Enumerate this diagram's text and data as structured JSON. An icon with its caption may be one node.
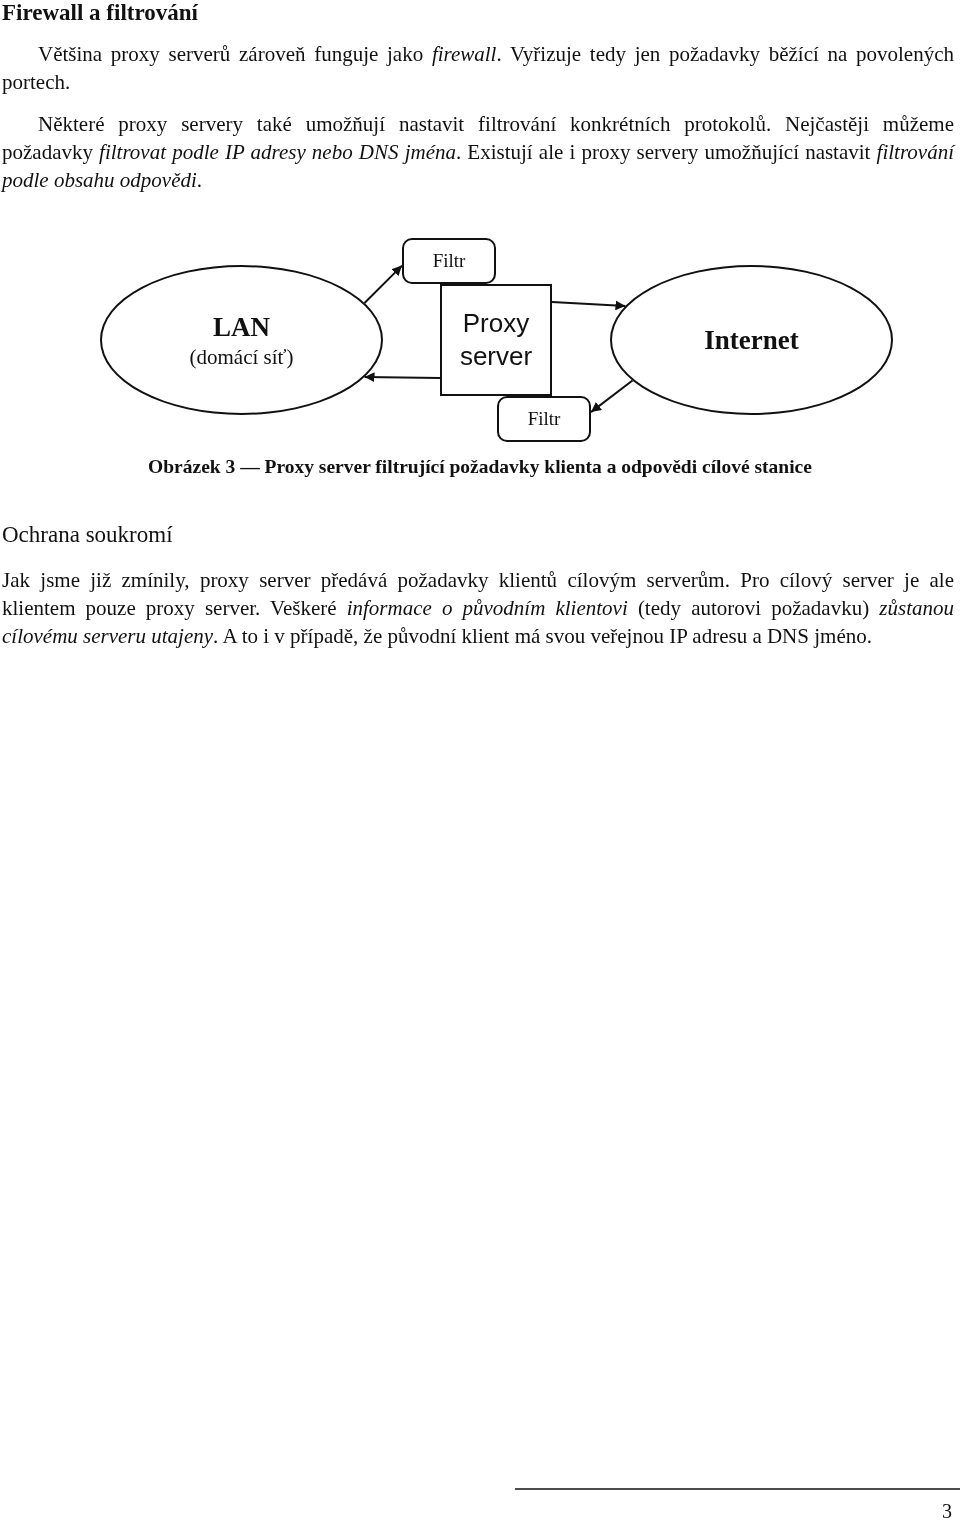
{
  "diagram": {
    "title": "Firewall a filtrování",
    "caption": "Obrázek 3 — Proxy server filtrující požadavky klienta a odpovědi cílové stanice",
    "nodes": [
      {
        "text": [
          "LAN",
          "(domácí síť)"
        ]
      },
      {
        "text": [
          "Filtr"
        ]
      },
      {
        "text": [
          "Proxy server"
        ]
      },
      {
        "text": [
          "Internet"
        ]
      },
      {
        "text": [
          "Filtr"
        ]
      }
    ],
    "edges": [
      {
        "from": 0,
        "to": 1,
        "arrow": "to"
      },
      {
        "from": 2,
        "to": 3,
        "arrow": "to"
      },
      {
        "from": 3,
        "to": 4,
        "arrow": "to"
      },
      {
        "from": 2,
        "to": 0,
        "arrow": "to"
      }
    ],
    "labels": [
      "Většina proxy serverů zároveň funguje jako *firewall*. Vyřizuje tedy jen požadavky běžící na povolených portech.",
      "Některé proxy servery také umožňují nastavit filtrování konkrétních protokolů. Nejčastěji můžeme požadavky *filtrovat podle IP adresy nebo DNS jména*. Existují ale i proxy servery umožňující nastavit *filtrování podle obsahu odpovědi*.",
      "Ochrana soukromí",
      "Jak jsme již zmínily, proxy server předává požadavky klientů cílovým serverům. Pro cílový server je ale klientem pouze proxy server. Veškeré *informace o původním klientovi* (tedy autorovi požadavku) *zůstanou cílovému serveru utajeny*. A to i v případě, že původní klient má svou veřejnou IP adresu a DNS jméno.",
      "3"
    ]
  }
}
